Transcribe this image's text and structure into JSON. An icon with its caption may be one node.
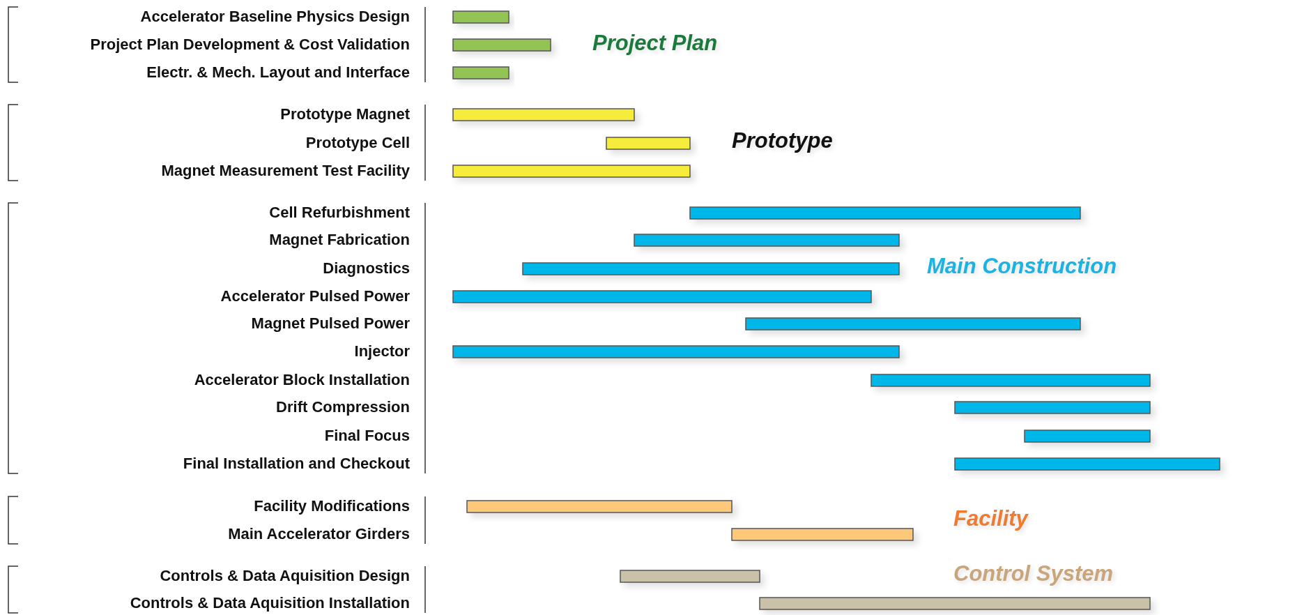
{
  "diagram": {
    "labels": [
      "Accelerator Baseline Physics Design",
      "Project Plan Development & Cost Validation",
      "Electr. & Mech. Layout and Interface",
      "Project Plan",
      "Prototype Magnet",
      "Prototype Cell",
      "Magnet Measurement Test Facility",
      "Prototype",
      "Cell Refurbishment",
      "Magnet Fabrication",
      "Diagnostics",
      "Accelerator Pulsed Power",
      "Magnet Pulsed Power",
      "Injector",
      "Accelerator Block Installation",
      "Drift Compression",
      "Final Focus",
      "Final Installation and Checkout",
      "Main Construction",
      "Facility Modifications",
      "Main Accelerator Girders",
      "Facility",
      "Controls & Data Aquisition Design",
      "Controls & Data Aquisition Installation",
      "Control System"
    ]
  }
}
